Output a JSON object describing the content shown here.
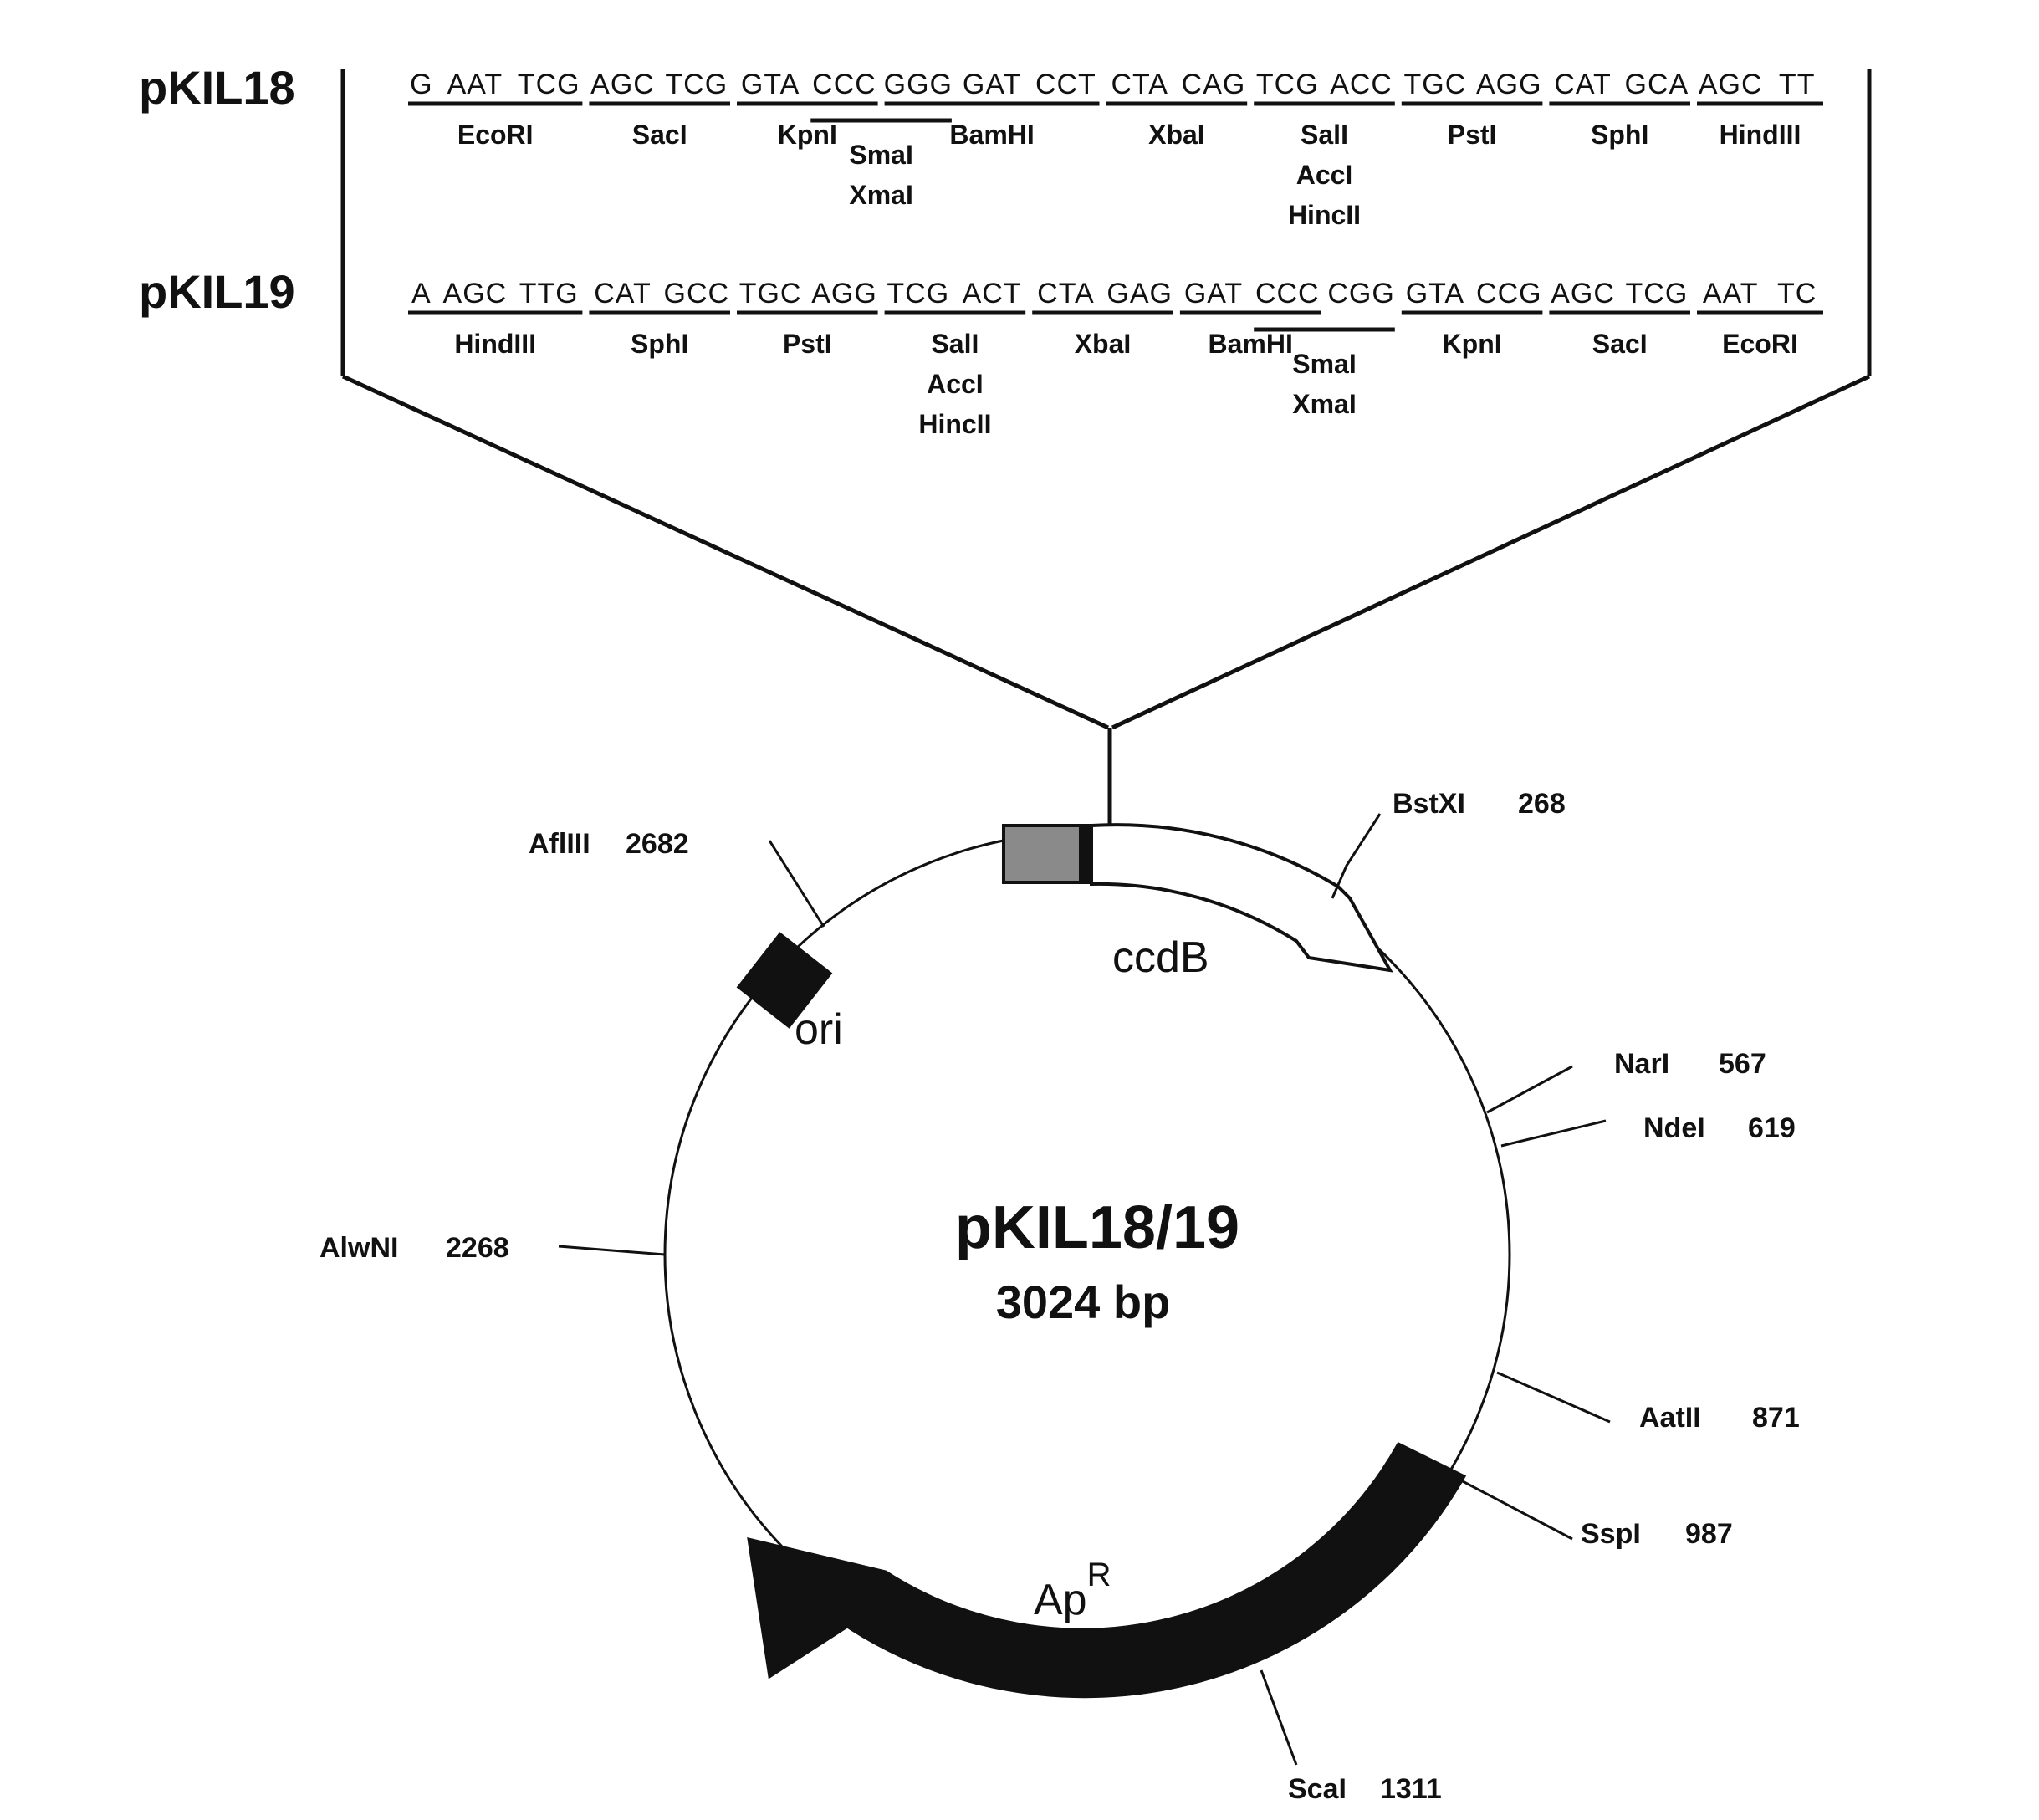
{
  "colors": {
    "ink": "#111111",
    "background": "#ffffff"
  },
  "plasmid": {
    "name": "pKIL18/19",
    "size": "3024 bp",
    "total_bp": 3024
  },
  "mcs": [
    {
      "label": "pKIL18",
      "codons": [
        "G",
        "AAT",
        "TCG",
        "AGC",
        "TCG",
        "GTA",
        "CCC",
        "GGG",
        "GAT",
        "CCT",
        "CTA",
        "CAG",
        "TCG",
        "ACC",
        "TGC",
        "AGG",
        "CAT",
        "GCA",
        "AGC",
        "TT"
      ],
      "enzymes": [
        {
          "name": "EcoRI",
          "from": 0,
          "to": 2,
          "lines": [
            "EcoRI"
          ]
        },
        {
          "name": "SacI",
          "from": 3,
          "to": 4,
          "lines": [
            "SacI"
          ]
        },
        {
          "name": "KpnI",
          "from": 5,
          "to": 6,
          "lines": [
            "KpnI"
          ]
        },
        {
          "name": "SmaI/XmaI",
          "from": 6,
          "to": 7,
          "lines": [
            "SmaI",
            "XmaI"
          ],
          "lower": true
        },
        {
          "name": "BamHI",
          "from": 7,
          "to": 9,
          "lines": [
            "BamHI"
          ]
        },
        {
          "name": "XbaI",
          "from": 10,
          "to": 11,
          "lines": [
            "XbaI"
          ]
        },
        {
          "name": "SalI",
          "from": 12,
          "to": 13,
          "lines": [
            "SalI",
            "AccI",
            "HincII"
          ]
        },
        {
          "name": "PstI",
          "from": 14,
          "to": 15,
          "lines": [
            "PstI"
          ]
        },
        {
          "name": "SphI",
          "from": 16,
          "to": 17,
          "lines": [
            "SphI"
          ]
        },
        {
          "name": "HindIII",
          "from": 18,
          "to": 19,
          "lines": [
            "HindIII"
          ]
        }
      ]
    },
    {
      "label": "pKIL19",
      "codons": [
        "A",
        "AGC",
        "TTG",
        "CAT",
        "GCC",
        "TGC",
        "AGG",
        "TCG",
        "ACT",
        "CTA",
        "GAG",
        "GAT",
        "CCC",
        "CGG",
        "GTA",
        "CCG",
        "AGC",
        "TCG",
        "AAT",
        "TC"
      ],
      "enzymes": [
        {
          "name": "HindIII",
          "from": 0,
          "to": 2,
          "lines": [
            "HindIII"
          ]
        },
        {
          "name": "SphI",
          "from": 3,
          "to": 4,
          "lines": [
            "SphI"
          ]
        },
        {
          "name": "PstI",
          "from": 5,
          "to": 6,
          "lines": [
            "PstI"
          ]
        },
        {
          "name": "SalI",
          "from": 7,
          "to": 8,
          "lines": [
            "SalI",
            "AccI",
            "HincII"
          ]
        },
        {
          "name": "XbaI",
          "from": 9,
          "to": 10,
          "lines": [
            "XbaI"
          ]
        },
        {
          "name": "BamHI",
          "from": 11,
          "to": 12,
          "lines": [
            "BamHI"
          ]
        },
        {
          "name": "SmaI/XmaI",
          "from": 12,
          "to": 13,
          "lines": [
            "SmaI",
            "XmaI"
          ],
          "lower": true
        },
        {
          "name": "KpnI",
          "from": 14,
          "to": 15,
          "lines": [
            "KpnI"
          ]
        },
        {
          "name": "SacI",
          "from": 16,
          "to": 17,
          "lines": [
            "SacI"
          ]
        },
        {
          "name": "EcoRI",
          "from": 18,
          "to": 19,
          "lines": [
            "EcoRI"
          ]
        }
      ]
    }
  ],
  "sites": [
    {
      "name": "BstXI",
      "pos": "268"
    },
    {
      "name": "NarI",
      "pos": "567"
    },
    {
      "name": "NdeI",
      "pos": "619"
    },
    {
      "name": "AatII",
      "pos": "871"
    },
    {
      "name": "SspI",
      "pos": "987"
    },
    {
      "name": "ScaI",
      "pos": "1311"
    },
    {
      "name": "AlwNI",
      "pos": "2268"
    },
    {
      "name": "AflIII",
      "pos": "2682"
    }
  ],
  "features": {
    "ccdB": "ccdB",
    "ori": "ori",
    "apr": "Ap",
    "apr_sup": "R"
  }
}
